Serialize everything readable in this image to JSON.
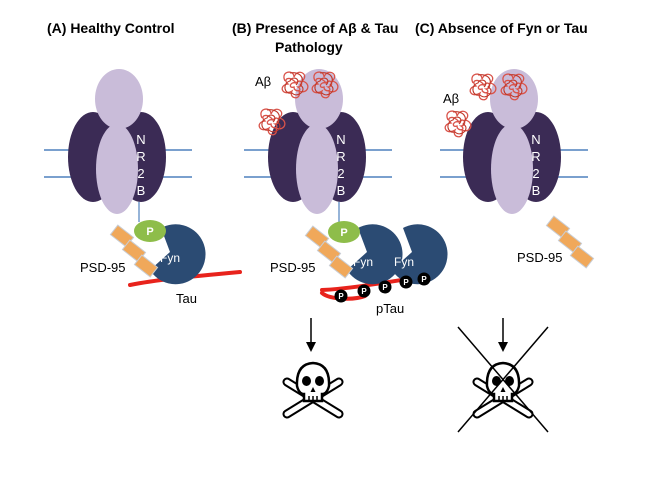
{
  "panels": [
    {
      "title_line1": "(A) Healthy Control",
      "title_line2": "",
      "receptor_letters": [
        "N",
        "R",
        "2",
        "B"
      ],
      "phospho_label": "P",
      "kinase_labels": [
        "Fyn"
      ],
      "scaffold_label": "PSD-95",
      "tau_label": "Tau"
    },
    {
      "title_line1": "(B) Presence of Aβ & Tau",
      "title_line2": "Pathology",
      "amyloid_label": "Aβ",
      "receptor_letters": [
        "N",
        "R",
        "2",
        "B"
      ],
      "phospho_label": "P",
      "kinase_labels": [
        "Fyn",
        "Fyn"
      ],
      "scaffold_label": "PSD-95",
      "tau_label": "pTau",
      "tau_phospho_marks": [
        "P",
        "P",
        "P",
        "P",
        "P"
      ],
      "outcome_icon": "skull-crossbones-icon"
    },
    {
      "title_line1": "(C) Absence of Fyn or Tau",
      "title_line2": "",
      "amyloid_label": "Aβ",
      "receptor_letters": [
        "N",
        "R",
        "2",
        "B"
      ],
      "scaffold_label": "PSD-95",
      "outcome_icon": "skull-crossbones-icon",
      "outcome_crossed": true
    }
  ],
  "colors": {
    "receptor_dark": "#3b2b55",
    "receptor_light": "#c9bcd9",
    "fyn": "#2b4b73",
    "phospho": "#8ebd4a",
    "psd95": "#f0a85a",
    "tau": "#e8231c",
    "amyloid": "#d9534a",
    "membrane": "#4f81bd"
  }
}
